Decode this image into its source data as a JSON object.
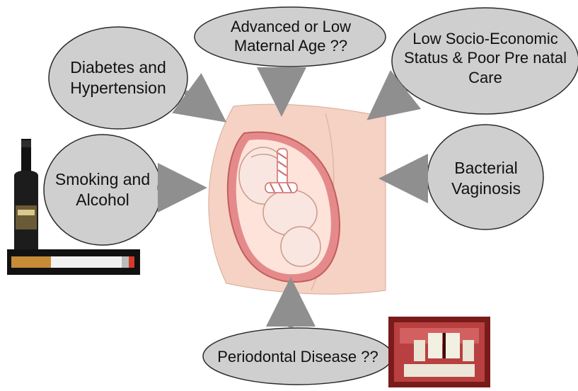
{
  "risk_factors": {
    "diabetes": "Diabetes and Hypertension",
    "maternal_age": "Advanced or Low Maternal Age ??",
    "socio_economic": "Low Socio-Economic Status & Poor Pre natal Care",
    "smoking": "Smoking and Alcohol",
    "bacterial": "Bacterial Vaginosis",
    "periodontal": "Periodontal Disease ??"
  },
  "colors": {
    "bubble_fill": "#cfcfcf",
    "bubble_stroke": "#2b2b2b",
    "arrow": "#8f8f8f",
    "belly": "#f5d2c4",
    "uterus": "#e58a8a",
    "fetus": "#f9e6e0"
  },
  "icons": [
    "wine-bottle-icon",
    "cigarette-icon",
    "teeth-photo"
  ]
}
